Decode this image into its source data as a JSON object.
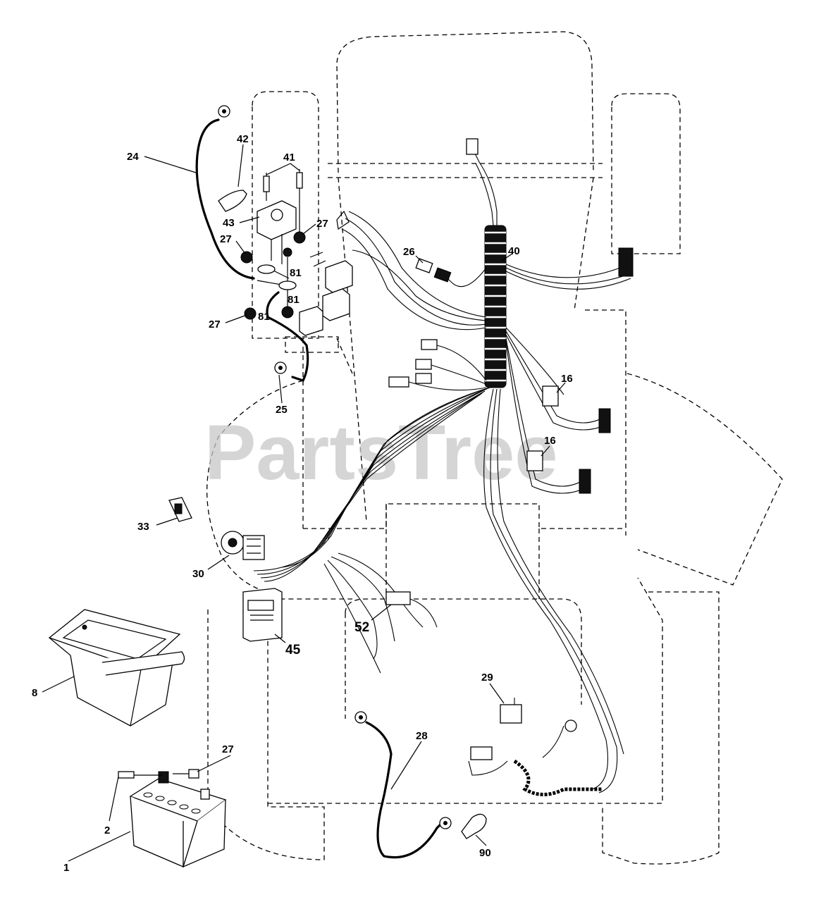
{
  "watermark": "PartsTree",
  "callouts": [
    {
      "id": "c1",
      "text": "1"
    },
    {
      "id": "c2",
      "text": "2"
    },
    {
      "id": "c8",
      "text": "8"
    },
    {
      "id": "c16a",
      "text": "16"
    },
    {
      "id": "c16b",
      "text": "16"
    },
    {
      "id": "c24",
      "text": "24"
    },
    {
      "id": "c25",
      "text": "25"
    },
    {
      "id": "c26",
      "text": "26"
    },
    {
      "id": "c27a",
      "text": "27"
    },
    {
      "id": "c27b",
      "text": "27"
    },
    {
      "id": "c27c",
      "text": "27"
    },
    {
      "id": "c27d",
      "text": "27"
    },
    {
      "id": "c28",
      "text": "28"
    },
    {
      "id": "c29",
      "text": "29"
    },
    {
      "id": "c30",
      "text": "30"
    },
    {
      "id": "c33",
      "text": "33"
    },
    {
      "id": "c40",
      "text": "40"
    },
    {
      "id": "c41",
      "text": "41"
    },
    {
      "id": "c42",
      "text": "42"
    },
    {
      "id": "c43",
      "text": "43"
    },
    {
      "id": "c45",
      "text": "45"
    },
    {
      "id": "c52",
      "text": "52"
    },
    {
      "id": "c81a",
      "text": "81"
    },
    {
      "id": "c81b",
      "text": "81"
    },
    {
      "id": "c81c",
      "text": "81"
    },
    {
      "id": "c90",
      "text": "90"
    }
  ]
}
